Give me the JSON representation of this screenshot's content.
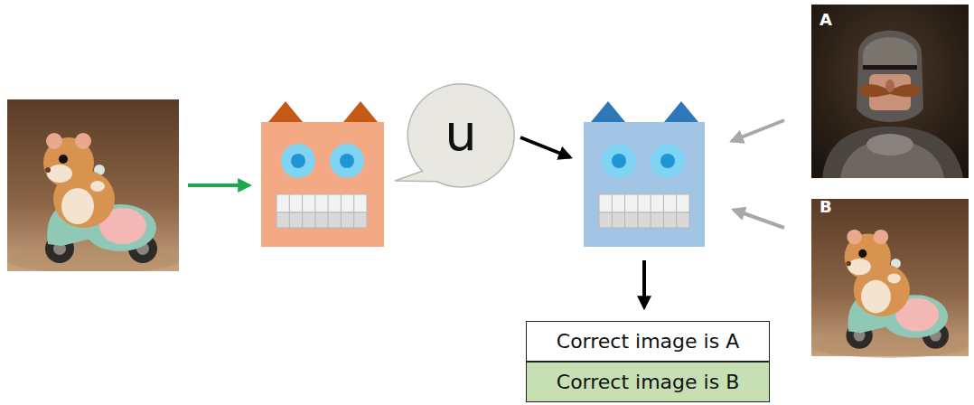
{
  "diagram": {
    "nodes": [
      {
        "text": [
          "u"
        ]
      },
      {
        "text": [
          "A"
        ]
      },
      {
        "text": [
          "B"
        ]
      },
      {
        "text": [
          "Correct image is A"
        ]
      },
      {
        "text": [
          "Correct image is B"
        ]
      }
    ]
  }
}
